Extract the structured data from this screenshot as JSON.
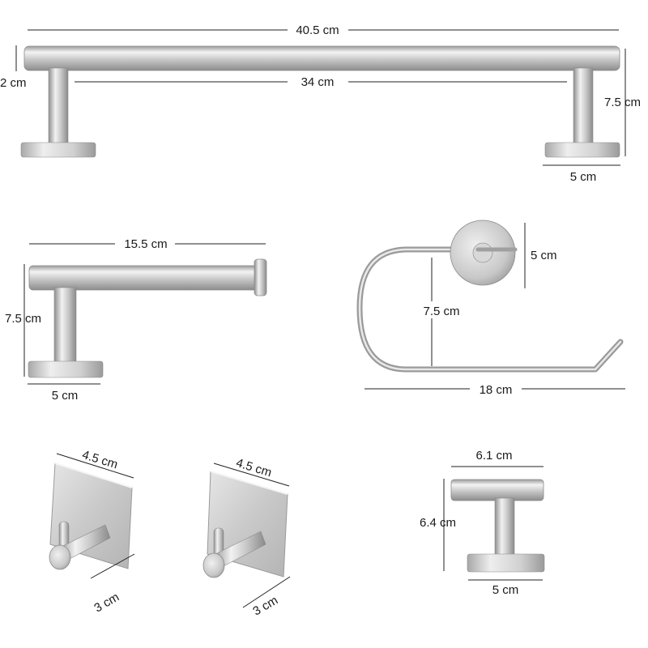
{
  "towel_bar": {
    "overall_length": "40.5 cm",
    "inner_length": "34 cm",
    "bar_offset": "2 cm",
    "height": "7.5 cm",
    "base_diameter": "5 cm"
  },
  "paper_holder": {
    "length": "15.5 cm",
    "height": "7.5 cm",
    "base_diameter": "5 cm"
  },
  "towel_ring": {
    "base_diameter": "5 cm",
    "height": "7.5 cm",
    "width": "18 cm"
  },
  "adhesive_hook_1": {
    "plate_width": "4.5 cm",
    "hook_depth": "3 cm"
  },
  "adhesive_hook_2": {
    "plate_width": "4.5 cm",
    "hook_depth": "3 cm"
  },
  "robe_hook": {
    "width": "6.1 cm",
    "height": "6.4 cm",
    "base_diameter": "5 cm"
  },
  "colors": {
    "steel_light": "#f2f2f2",
    "steel_mid": "#c4c4c4",
    "steel_dark": "#8a8a8a",
    "line": "#222222"
  }
}
